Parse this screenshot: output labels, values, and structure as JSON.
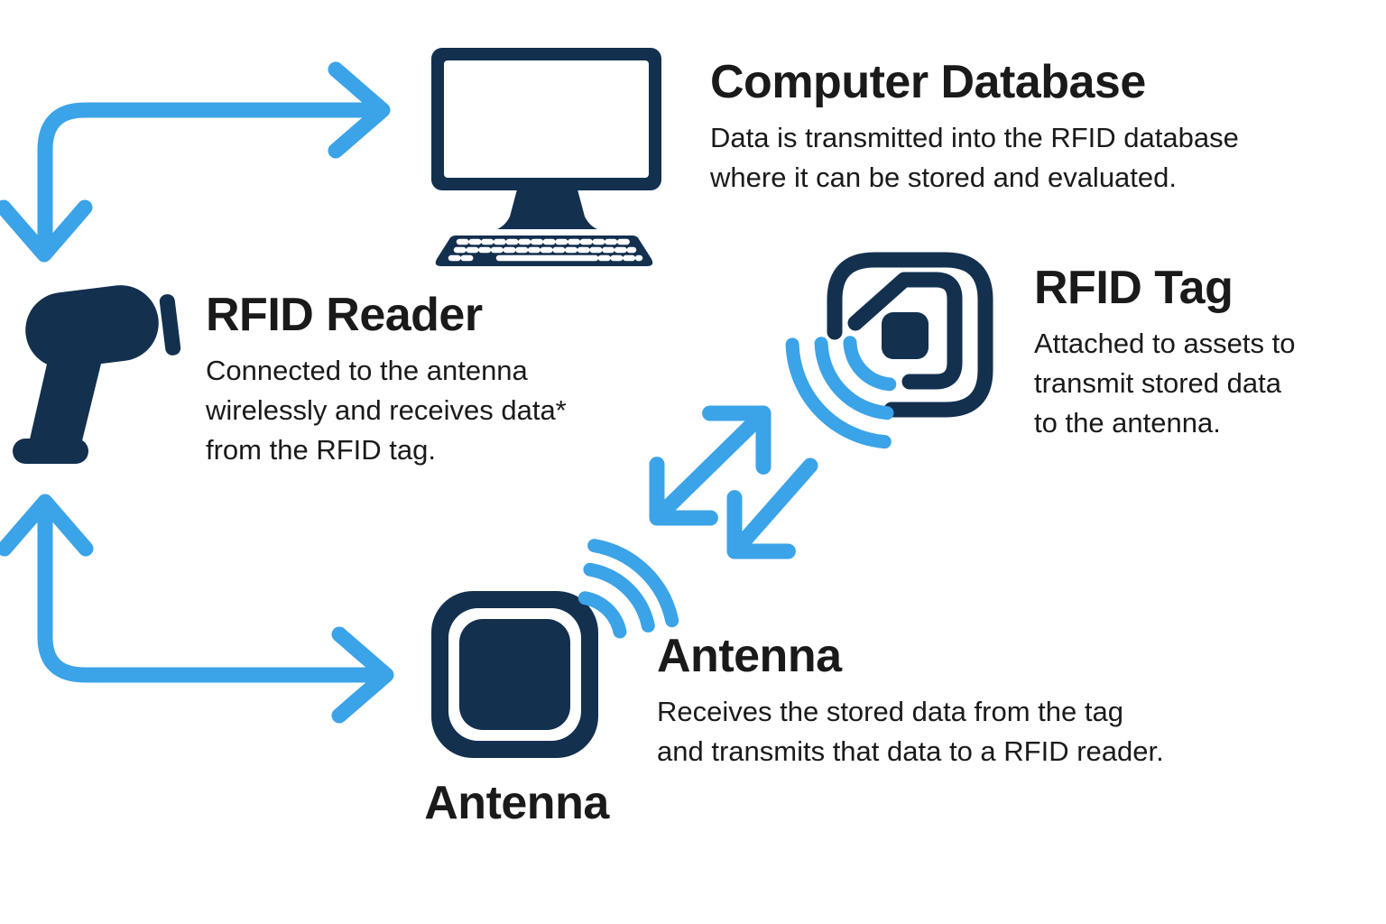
{
  "colors": {
    "navy": "#13304F",
    "blue": "#3BA3E8",
    "text": "#1A1A1A",
    "background": "#FFFFFF"
  },
  "nodes": {
    "computer_database": {
      "title": "Computer Database",
      "description_lines": [
        "Data is transmitted into the RFID database",
        "where it can be stored and evaluated."
      ],
      "icon": "desktop-computer-icon"
    },
    "rfid_reader": {
      "title": "RFID Reader",
      "description_lines": [
        "Connected to the antenna",
        "wirelessly and receives data*",
        "from the RFID tag."
      ],
      "icon": "handheld-scanner-icon"
    },
    "rfid_tag": {
      "title": "RFID Tag",
      "description_lines": [
        "Attached to assets to",
        "transmit stored data",
        "to the antenna."
      ],
      "icon": "rfid-tag-icon"
    },
    "antenna": {
      "title": "Antenna",
      "caption": "Antenna",
      "description_lines": [
        "Receives the stored data from the tag",
        "and transmits that data to a RFID reader."
      ],
      "icon": "antenna-pad-icon"
    }
  },
  "connections": [
    {
      "between": [
        "RFID Reader",
        "Computer Database"
      ],
      "type": "elbow-arrow",
      "direction": "bidirectional"
    },
    {
      "between": [
        "Antenna",
        "RFID Reader"
      ],
      "type": "elbow-arrow",
      "direction": "bidirectional"
    },
    {
      "between": [
        "Antenna",
        "RFID Tag"
      ],
      "type": "diagonal-arrow",
      "direction": "bidirectional"
    },
    {
      "between": [
        "RFID Tag",
        "Antenna"
      ],
      "type": "diagonal-arrow",
      "direction": "one-way"
    }
  ]
}
